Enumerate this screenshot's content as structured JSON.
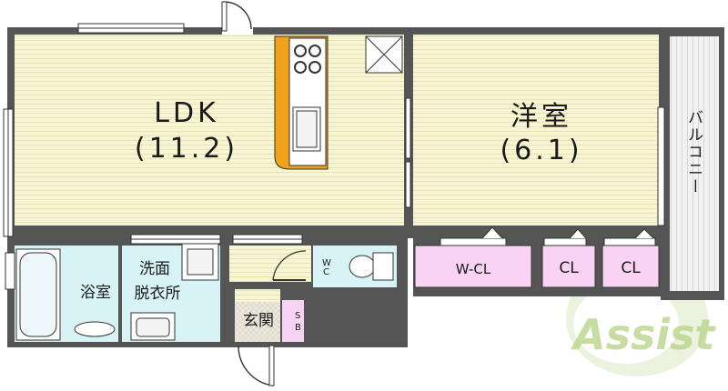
{
  "rooms": {
    "ldk_name": "LDK",
    "ldk_size": "(11.2)",
    "western_name": "洋室",
    "western_size": "(6.1)",
    "balcony": "バルコニー",
    "bathroom": "浴室",
    "washroom_line1": "洗面",
    "washroom_line2": "脱衣所",
    "toilet_w": "W",
    "toilet_c": "C",
    "entrance": "玄関",
    "shoebox_s": "S",
    "shoebox_b": "B",
    "walk_in_closet": "W-CL",
    "closet_1": "CL",
    "closet_2": "CL"
  },
  "watermark": "Assist",
  "colors": {
    "floor_wood": "#f7f5d3",
    "floor_stripe": "#e7e3b3",
    "wet_area": "#d8f3f6",
    "closet": "#f8d3f3",
    "kitchen_orange": "#f0a21b",
    "balcony": "#f2f2f2",
    "wall": "#555555",
    "entrance_floor": "#ece8de",
    "logo_green": "#b9d48a"
  }
}
